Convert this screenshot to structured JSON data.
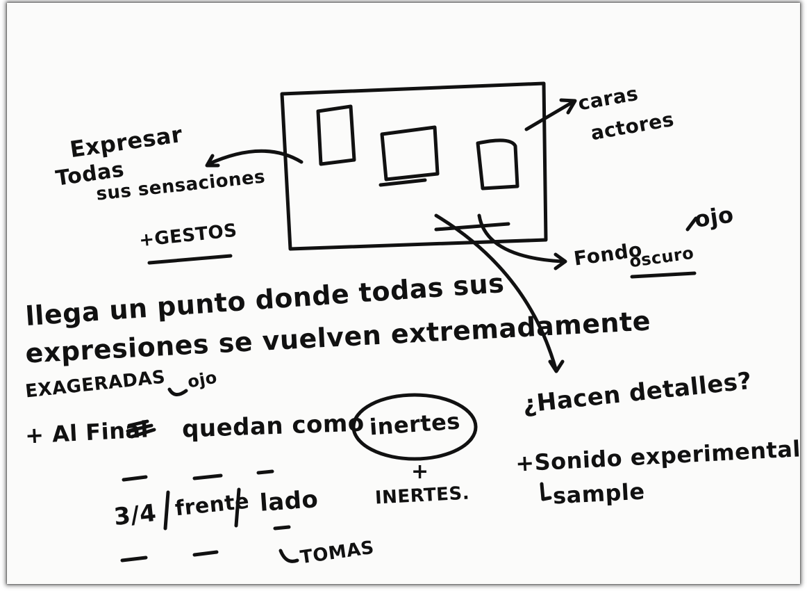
{
  "notes": {
    "expresar": "Expresar",
    "todas": "Todas",
    "sensaciones": "sus sensaciones",
    "gestos": "+GESTOS",
    "caras": "caras",
    "actores": "actores",
    "fondo": "Fondo",
    "oscuro": "oscuro",
    "ojo_top": "ojo",
    "line1": "llega un punto donde todas sus",
    "line2": "expresiones se vuelven extremadamente",
    "exageradas": "EXAGERADAS",
    "ojo_mid": "ojo",
    "final_prefix": "+ Al Final",
    "final_text": "quedan como",
    "inertes_circled": "inertes",
    "plus": "+",
    "inertes_caps": "INERTES.",
    "detalles": "¿Hacen detalles?",
    "sonido": "+Sonido experimental",
    "sample": "sample",
    "tres_cuartos": "3/4",
    "frente": "frente",
    "lado": "lado",
    "tomas": "TOMAS"
  }
}
